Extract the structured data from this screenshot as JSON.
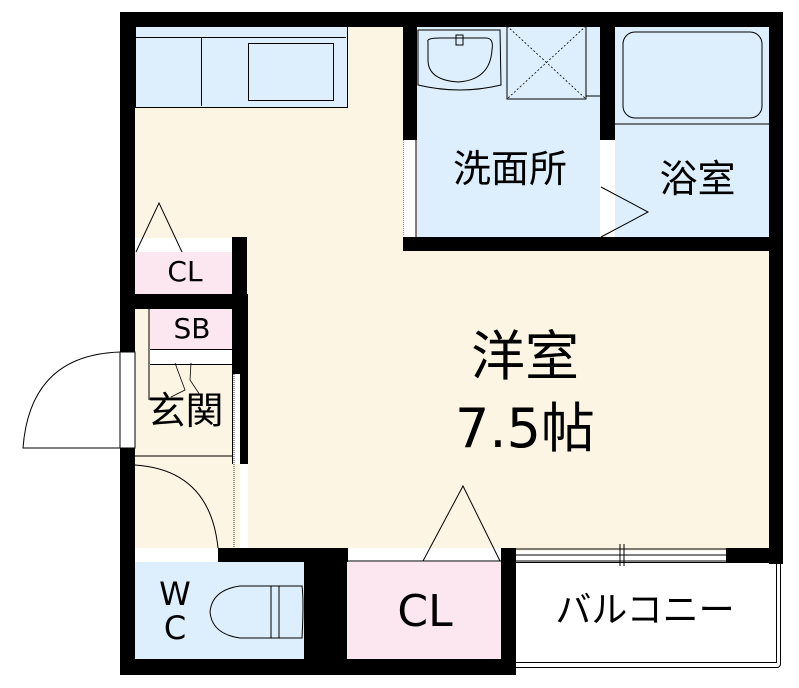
{
  "floor_plan": {
    "rooms": {
      "western_room": {
        "name": "洋室",
        "size": "7.5帖"
      },
      "washroom": {
        "name": "洗面所"
      },
      "bathroom": {
        "name": "浴室"
      },
      "closet_left": {
        "name": "CL"
      },
      "shoe_box": {
        "name": "SB"
      },
      "entrance": {
        "name": "玄関"
      },
      "toilet": {
        "name_line1": "W",
        "name_line2": "C"
      },
      "closet_bottom": {
        "name": "CL"
      },
      "balcony": {
        "name": "バルコニー"
      }
    },
    "colors": {
      "wall": "#000000",
      "floor": "#fdf5e4",
      "wet_area": "#ddeffc",
      "storage": "#fce6ef",
      "exterior": "#ffffff"
    }
  }
}
